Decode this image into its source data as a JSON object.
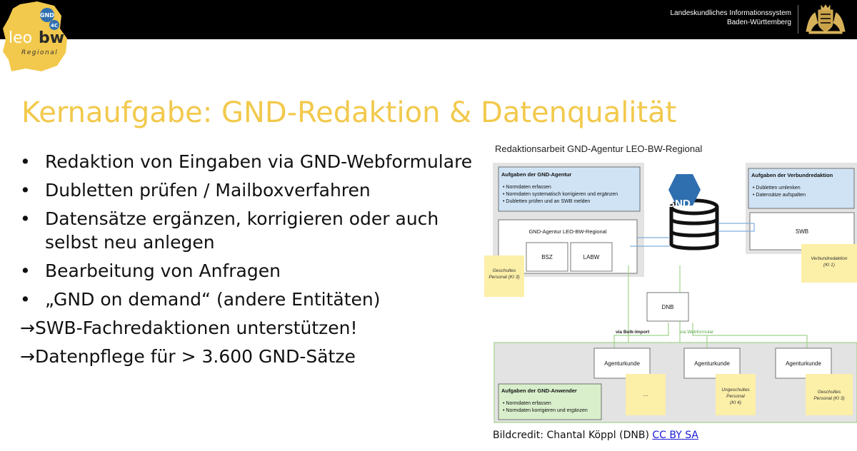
{
  "header": {
    "org_line1": "Landeskundliches Informationssystem",
    "org_line2": "Baden-Württemberg"
  },
  "logo": {
    "badge_gnd": "GND",
    "badge_4c": "4C",
    "word_leo": "leo",
    "word_bw": "bw",
    "word_regional": "Regional"
  },
  "slide": {
    "title": "Kernaufgabe: GND-Redaktion & Datenqualität",
    "bullets": [
      {
        "marker": "•",
        "text": "Redaktion von Eingaben via GND-Webformulare"
      },
      {
        "marker": "•",
        "text": "Dubletten prüfen / Mailboxverfahren"
      },
      {
        "marker": "•",
        "text": "Datensätze ergänzen, korrigieren oder auch selbst neu anlegen"
      },
      {
        "marker": "•",
        "text": "Bearbeitung von Anfragen"
      },
      {
        "marker": "•",
        "text": "„GND on demand“ (andere Entitäten)"
      },
      {
        "marker": "→",
        "text": "SWB-Fachredaktionen unterstützen!"
      },
      {
        "marker": "→",
        "text": "Datenpflege für > 3.600 GND-Sätze"
      }
    ]
  },
  "diagram": {
    "title": "Redaktionsarbeit GND-Agentur LEO-BW-Regional",
    "agentur_box": {
      "heading": "Aufgaben der GND-Agentur",
      "items": [
        "• Normdaten erfassen",
        "• Normdaten systematisch korrigieren und ergänzen",
        "• Dubletten prüfen und an SWB melden"
      ]
    },
    "verbund_box": {
      "heading": "Aufgaben der Verbundredaktion",
      "items": [
        "• Dubletten umlenken",
        "• Datensätze aufspalten"
      ]
    },
    "gnd_label": "GND",
    "agentur_leo_label": "GND-Agentur LEO-BW-Regional",
    "bsz_label": "BSZ",
    "labw_label": "LABW",
    "swb_label": "SWB",
    "dnb_label": "DNB",
    "via_bulk": "via Bulk-Import",
    "via_web": "via Webformular",
    "kunden": [
      "Agenturkunde",
      "Agenturkunde",
      "Agenturkunde"
    ],
    "anwender_box": {
      "heading": "Aufgaben der GND-Anwender",
      "items": [
        "• Normdaten erfassen",
        "• Normdaten korrigieren und ergänzen"
      ]
    },
    "notes": {
      "geschult_left": [
        "Geschultes",
        "Personal (KI 3)"
      ],
      "verbund_ki": [
        "Verbundredaktion",
        "(KI 1)"
      ],
      "dots": "...",
      "ungeschult": [
        "Ungeschultes",
        "Personal",
        "(KI 4)"
      ],
      "geschult_right": [
        "Geschultes",
        "Personal (KI 3)"
      ]
    }
  },
  "credit": {
    "prefix": "Bildcredit: Chantal Köppl (DNB) ",
    "license": "CC BY SA"
  },
  "colors": {
    "title": "#f2c94c",
    "header_bg": "#000000",
    "logo_yellow": "#f2c94c",
    "box_blue": "#cfe3f5",
    "box_green": "#d9efcc",
    "note_yellow": "#fcefa8"
  }
}
